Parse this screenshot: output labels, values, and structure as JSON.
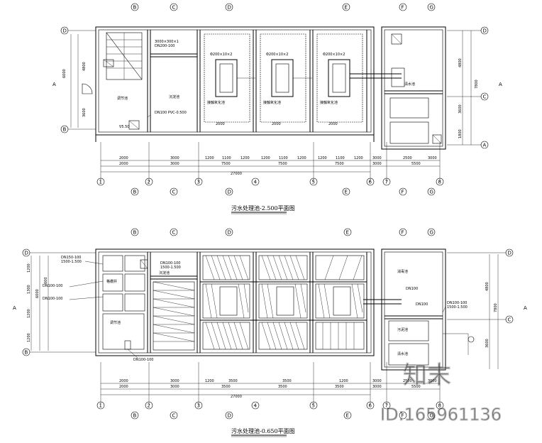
{
  "plans": [
    {
      "title": "污水处理池-2.500平面图",
      "top_axis_letters": [
        "B",
        "C",
        "D",
        "E",
        "F",
        "G"
      ],
      "bottom_axis_letters": [
        "B",
        "C",
        "D",
        "E",
        "F",
        "G"
      ],
      "column_axes": [
        "1",
        "2",
        "3",
        "4",
        "5",
        "6",
        "7",
        "8"
      ],
      "left_row_axes": [
        "D",
        "A",
        "B"
      ],
      "right_row_axes": [
        "D",
        "A",
        "C",
        "A"
      ],
      "dims_row1": [
        "2000",
        "3000",
        "1200",
        "1100",
        "1200",
        "1200",
        "1100",
        "1200",
        "1200",
        "1100",
        "1200",
        "3000",
        "2500",
        "3000"
      ],
      "dims_row2": [
        "2000",
        "3000",
        "7500",
        "7500",
        "7500",
        "3000",
        "5500"
      ],
      "overall": "27000",
      "rooms": [
        "调节池",
        "沉淀池",
        "接触氧化池",
        "接触氧化池",
        "接触氧化池",
        "清水池"
      ]
    },
    {
      "title": "污水处理池-0.650平面图",
      "top_axis_letters": [
        "B",
        "C",
        "D",
        "E",
        "F",
        "G"
      ],
      "bottom_axis_letters": [
        "B",
        "C",
        "D",
        "E",
        "F",
        "G"
      ],
      "column_axes": [
        "1",
        "2",
        "3",
        "4",
        "5",
        "6",
        "7",
        "8"
      ],
      "left_row_axes": [
        "D",
        "A",
        "B"
      ],
      "right_row_axes": [
        "D",
        "C",
        "A"
      ],
      "dims_row1": [
        "2000",
        "3000",
        "1200",
        "3500",
        "3500",
        "1200",
        "3000",
        "2500",
        "3000"
      ],
      "dims_row2": [
        "2000",
        "3000",
        "3500",
        "3500",
        "3500",
        "3000",
        "5500"
      ],
      "overall": "27000",
      "rooms": [
        "格栅井",
        "调节池",
        "沉淀池",
        "消毒池",
        "污泥池",
        "清水池"
      ]
    }
  ],
  "watermark": {
    "brand": "知末",
    "id_text": "ID:165961136"
  }
}
